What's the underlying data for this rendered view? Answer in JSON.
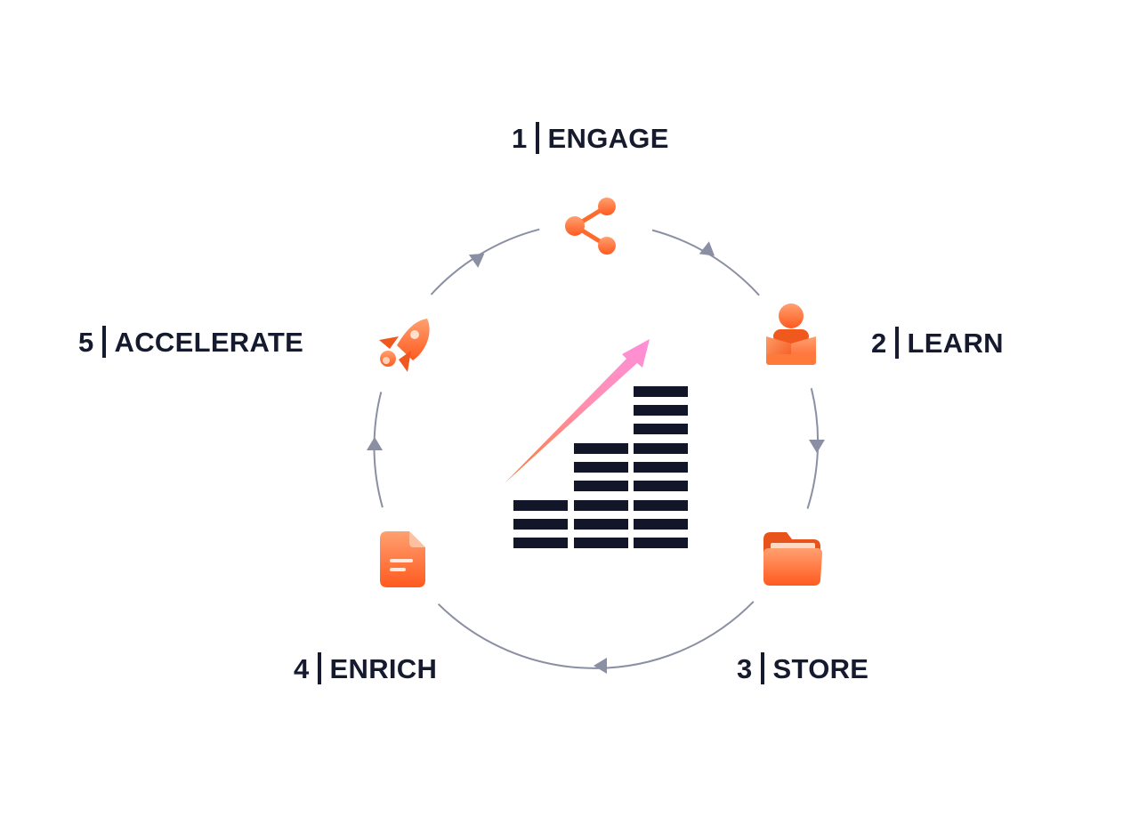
{
  "cycle": {
    "stages": [
      {
        "number": "1",
        "label": "ENGAGE",
        "icon": "share-icon"
      },
      {
        "number": "2",
        "label": "LEARN",
        "icon": "reader-icon"
      },
      {
        "number": "3",
        "label": "STORE",
        "icon": "folder-icon"
      },
      {
        "number": "4",
        "label": "ENRICH",
        "icon": "document-icon"
      },
      {
        "number": "5",
        "label": "ACCELERATE",
        "icon": "rocket-icon"
      }
    ],
    "center_icon": "growth-bars-icon"
  },
  "colors": {
    "label_text": "#161a2e",
    "cycle_line": "#8a8fa3",
    "icon_orange": "#ff6b2b",
    "icon_orange_light": "#ff9a66",
    "bars": "#121628",
    "arrow_start": "#ff7a30",
    "arrow_end": "#ff8fd8"
  }
}
